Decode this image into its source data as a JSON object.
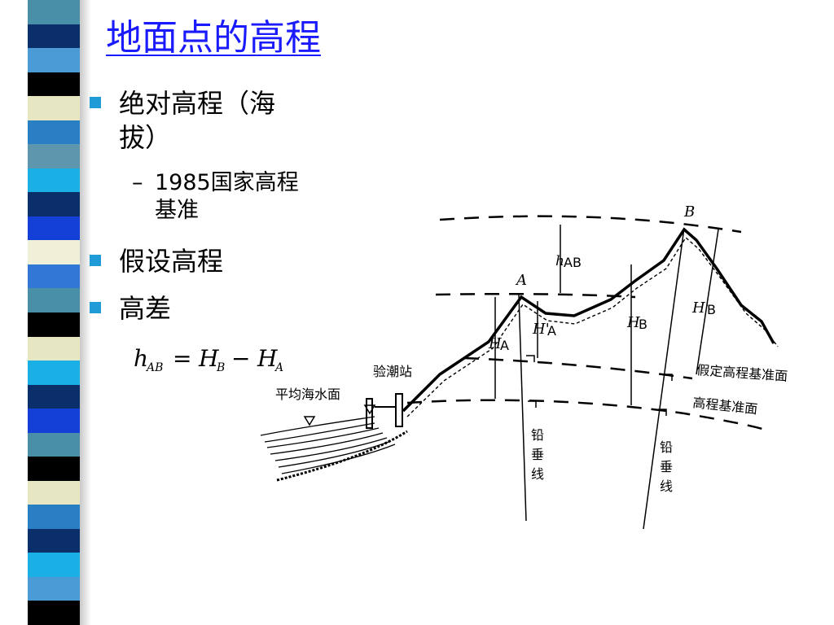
{
  "slide": {
    "title": "地面点的高程",
    "bullets": [
      {
        "line1": "绝对高程（海",
        "line2": "拔）"
      },
      {
        "line1": "假设高程"
      },
      {
        "line1": "高差"
      }
    ],
    "sub_bullet": {
      "line1": "1985国家高程",
      "line2": "基准"
    },
    "formula": {
      "lhs": "h",
      "lhs_sub": "AB",
      "rhs1": "H",
      "rhs1_sub": "B",
      "rhs2": "H",
      "rhs2_sub": "A"
    }
  },
  "diagram": {
    "point_a": "A",
    "point_b": "B",
    "h_ab": "h",
    "h_ab_sub": "AB",
    "h_a": "H",
    "h_a_sub": "A",
    "h_a_prime": "H'",
    "h_a_prime_sub": "A",
    "h_b": "H",
    "h_b_sub": "B",
    "h_b_prime": "H'",
    "h_b_prime_sub": "B",
    "tide_station": "验潮站",
    "mean_sea_level": "平均海水面",
    "assumed_datum": "假定高程基准面",
    "datum": "高程基准面",
    "plumb_line_1": [
      "铅",
      "垂",
      "线"
    ],
    "plumb_line_2": [
      "铅",
      "垂",
      "线"
    ]
  },
  "theme": {
    "title_color": "#1a1aff",
    "bullet_color": "#1f9bd8"
  }
}
